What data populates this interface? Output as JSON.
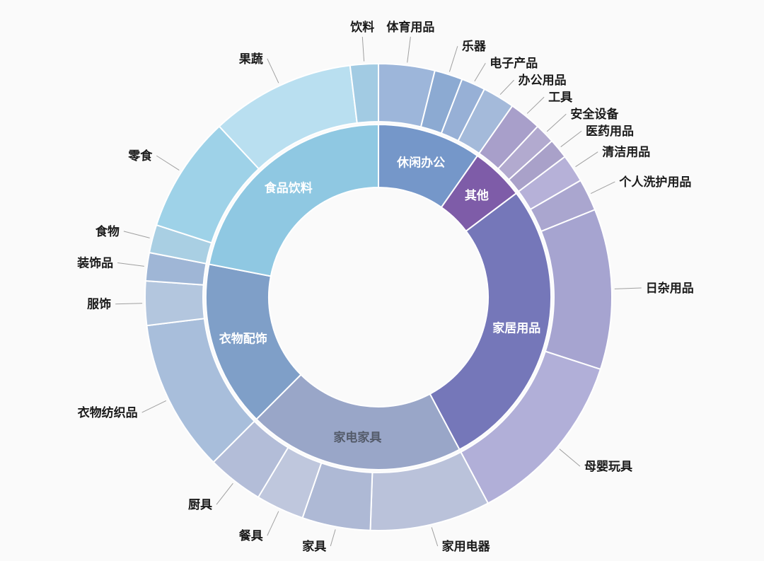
{
  "page": {
    "background": "#fafafa"
  },
  "chart_data": {
    "type": "sunburst",
    "title": "",
    "angle_unit": "degrees_clockwise_from_top",
    "legend_position": "none",
    "grid": false,
    "separator_color": "#ffffff",
    "leader_line_color": "#a0a0a0",
    "outer_label_color": "#1a1a1a",
    "inner_ring": [
      {
        "id": "leisure-office",
        "label": "休闲办公",
        "start": 0,
        "end": 35,
        "color": "#7597c9",
        "label_color": "#ffffff"
      },
      {
        "id": "other",
        "label": "其他",
        "start": 35,
        "end": 53,
        "color": "#7e5ca8",
        "label_color": "#ffffff"
      },
      {
        "id": "household-goods",
        "label": "家居用品",
        "start": 53,
        "end": 152,
        "color": "#7577b9",
        "label_color": "#ffffff"
      },
      {
        "id": "appliances-furniture",
        "label": "家电家具",
        "start": 152,
        "end": 225,
        "color": "#99a6c8",
        "label_color": "#545b6a"
      },
      {
        "id": "clothing-accessories",
        "label": "衣物配饰",
        "start": 225,
        "end": 281,
        "color": "#7f9fc8",
        "label_color": "#ffffff"
      },
      {
        "id": "food-beverage",
        "label": "食品饮料",
        "start": 281,
        "end": 360,
        "color": "#8fc8e2",
        "label_color": "#ffffff"
      }
    ],
    "outer_ring": [
      {
        "id": "sports-goods",
        "label": "体育用品",
        "parent": "休闲办公",
        "start": 0,
        "end": 14,
        "color": "#9db6da"
      },
      {
        "id": "musical-instruments",
        "label": "乐器",
        "parent": "休闲办公",
        "start": 14,
        "end": 21,
        "color": "#8caad2"
      },
      {
        "id": "electronics",
        "label": "电子产品",
        "parent": "休闲办公",
        "start": 21,
        "end": 27,
        "color": "#97b0d6"
      },
      {
        "id": "office-supplies",
        "label": "办公用品",
        "parent": "休闲办公",
        "start": 27,
        "end": 35,
        "color": "#a4bada"
      },
      {
        "id": "tools",
        "label": "工具",
        "parent": "其他",
        "start": 35,
        "end": 43,
        "color": "#a89fca"
      },
      {
        "id": "safety-equipment",
        "label": "安全设备",
        "parent": "其他",
        "start": 43,
        "end": 48,
        "color": "#b2aacf"
      },
      {
        "id": "medical-supplies",
        "label": "医药用品",
        "parent": "其他",
        "start": 48,
        "end": 53,
        "color": "#a9a1c9"
      },
      {
        "id": "cleaning-supplies",
        "label": "清洁用品",
        "parent": "家居用品",
        "start": 53,
        "end": 60,
        "color": "#b6b1d8"
      },
      {
        "id": "personal-care",
        "label": "个人洗护用品",
        "parent": "家居用品",
        "start": 60,
        "end": 68,
        "color": "#aaa6cf"
      },
      {
        "id": "daily-sundries",
        "label": "日杂用品",
        "parent": "家居用品",
        "start": 68,
        "end": 108,
        "color": "#a6a4d0"
      },
      {
        "id": "baby-toys",
        "label": "母婴玩具",
        "parent": "家居用品",
        "start": 108,
        "end": 152,
        "color": "#b1afd8"
      },
      {
        "id": "home-appliances",
        "label": "家用电器",
        "parent": "家电家具",
        "start": 152,
        "end": 182,
        "color": "#bac2da"
      },
      {
        "id": "furniture",
        "label": "家具",
        "parent": "家电家具",
        "start": 182,
        "end": 199,
        "color": "#aeb9d5"
      },
      {
        "id": "tableware",
        "label": "餐具",
        "parent": "家电家具",
        "start": 199,
        "end": 211,
        "color": "#bfc7dd"
      },
      {
        "id": "kitchenware",
        "label": "厨具",
        "parent": "家电家具",
        "start": 211,
        "end": 225,
        "color": "#b3bdd8"
      },
      {
        "id": "clothing-textiles",
        "label": "衣物纺织品",
        "parent": "衣物配饰",
        "start": 225,
        "end": 263,
        "color": "#a8bedb"
      },
      {
        "id": "apparel",
        "label": "服饰",
        "parent": "衣物配饰",
        "start": 263,
        "end": 274,
        "color": "#b3c6de"
      },
      {
        "id": "decorations",
        "label": "装饰品",
        "parent": "衣物配饰",
        "start": 274,
        "end": 281,
        "color": "#9fb6d6"
      },
      {
        "id": "food",
        "label": "食物",
        "parent": "食品饮料",
        "start": 281,
        "end": 288,
        "color": "#a9cfe3"
      },
      {
        "id": "snacks",
        "label": "零食",
        "parent": "食品饮料",
        "start": 288,
        "end": 317,
        "color": "#9ed2e8"
      },
      {
        "id": "fruits-vegetables",
        "label": "果蔬",
        "parent": "食品饮料",
        "start": 317,
        "end": 353,
        "color": "#b9dff0"
      },
      {
        "id": "beverages",
        "label": "饮料",
        "parent": "食品饮料",
        "start": 353,
        "end": 360,
        "color": "#a2cbe3"
      }
    ]
  }
}
